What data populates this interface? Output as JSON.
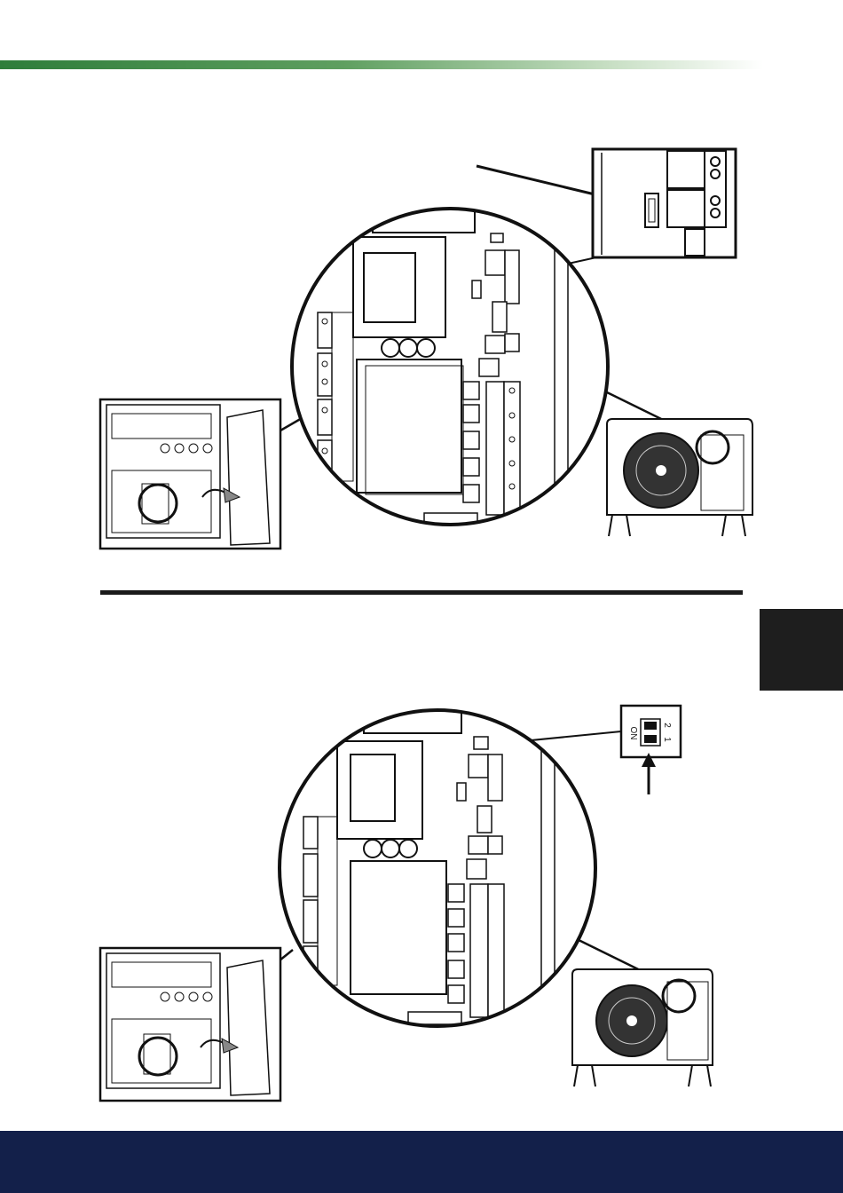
{
  "colors": {
    "band_dark": "#2e7d3a",
    "band_light": "#ffffff",
    "footer": "#13204a",
    "side_tab": "#1e1e1e",
    "divider": "#1a1a1a",
    "line_art": "#111111"
  },
  "dip_switch": {
    "on_label": "ON",
    "switch_1": "1",
    "switch_2": "2"
  },
  "icons": [
    "rotate-arrow-icon",
    "pointer-arrow-icon",
    "up-arrow-icon"
  ]
}
